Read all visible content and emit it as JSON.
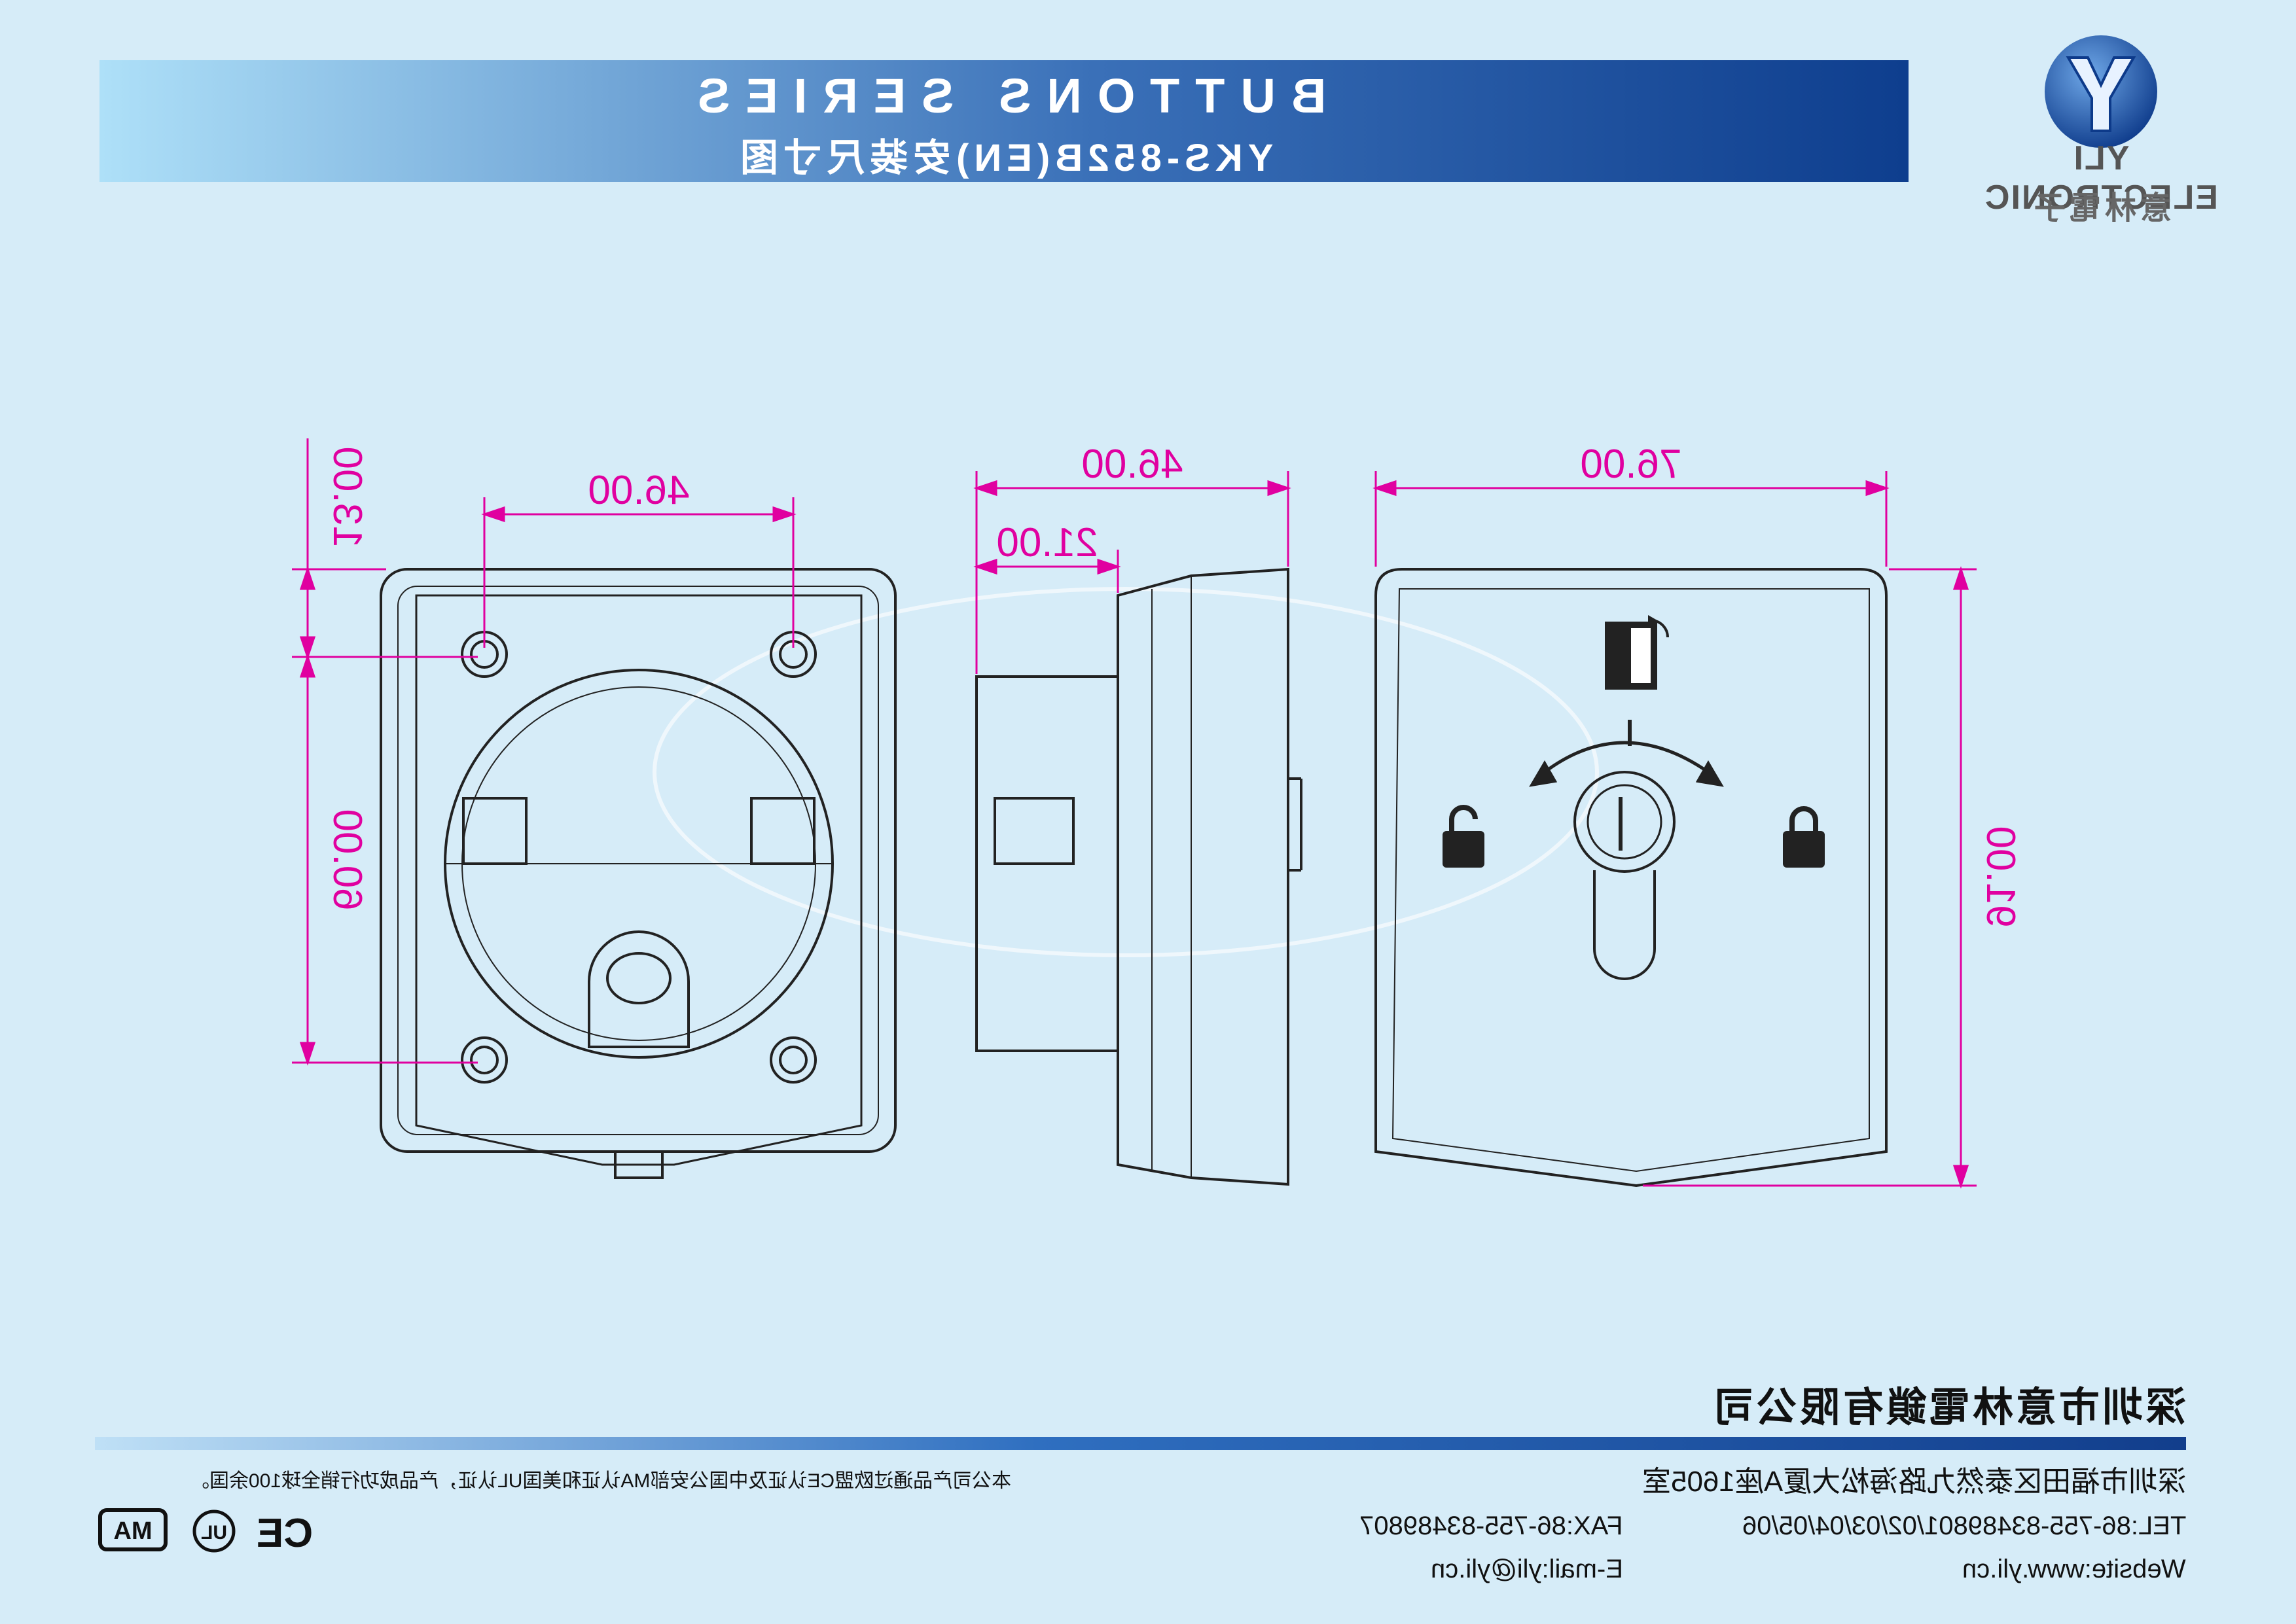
{
  "header": {
    "series": "BUTTONS SERIES",
    "subtitle": "YKS-852B(EN)安装尺寸图"
  },
  "logo": {
    "name_en": "YLI ELECTRONIC",
    "name_cn": "意林電子"
  },
  "dimensions": {
    "front_width": "46.00",
    "front_top_offset": "13.00",
    "front_height": "60.00",
    "side_depth": "46.00",
    "side_body_depth": "21.00",
    "back_width": "76.00",
    "back_height": "91.00"
  },
  "footer": {
    "company": "深圳市意林電鎖有限公司",
    "address": "深圳市福田区泰然九路海松大厦A座1605室",
    "tel": "TEL:86-755-83489801/02/03/04/05/06",
    "fax": "FAX:86-755-83489807",
    "website": "Website:www.yli.cn",
    "email": "E-mail:yli@yli.cn",
    "certification_note": "本公司产品通过欧盟CE认证及中国公安部MA认证和美国UL认证，产品成功行销全球100余国。",
    "cert_labels": [
      "MA",
      "UL",
      "CE"
    ]
  },
  "colors": {
    "dimension": "#e000a0",
    "banner_dark": "#0e3e8e",
    "banner_light": "#aee0f8",
    "background": "#d6ecf8"
  },
  "icons": [
    "logo-y-icon",
    "door-exit-icon",
    "padlock-open-icon",
    "padlock-closed-icon",
    "ma-cert-icon",
    "ul-cert-icon",
    "ce-cert-icon"
  ]
}
